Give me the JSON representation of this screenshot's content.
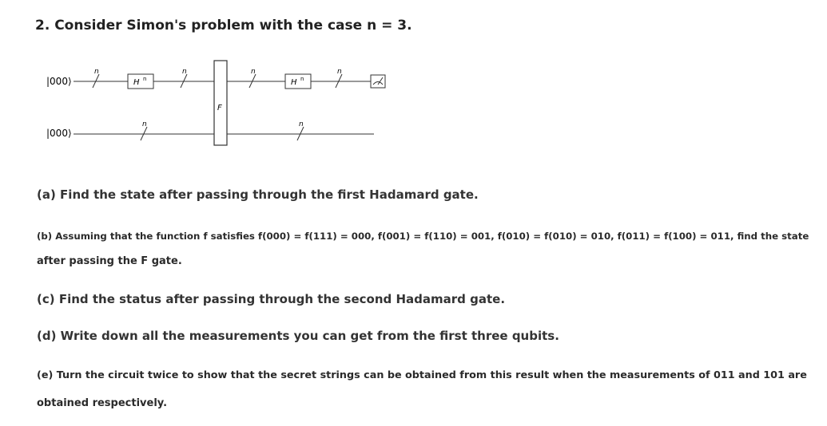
{
  "problem": {
    "title": "2. Consider Simon's problem with the case n = 3."
  },
  "circuit": {
    "register1_label": "|000⟩",
    "register2_label": "|000⟩",
    "wire_count_label": "n",
    "hadamard_label": "H",
    "hadamard_power": "n",
    "oracle_label": "F",
    "measure_icon": "meter-icon"
  },
  "questions": {
    "a": "(a) Find the state after passing through the first Hadamard gate.",
    "b_line1": "(b) Assuming that the function f satisfies f(000) = f(111) = 000, f(001) = f(110) = 001, f(010) = f(010) = 010, f(011) = f(100) = 011, find the state",
    "b_line2": "after passing the F gate.",
    "c": "(c) Find the status after passing through the second Hadamard gate.",
    "d": "(d) Write down all the measurements you can get from the first three qubits.",
    "e_line1": "(e) Turn the circuit twice to show that the secret strings can be obtained from this result when the measurements of 011 and 101 are",
    "e_line2": "obtained respectively."
  }
}
